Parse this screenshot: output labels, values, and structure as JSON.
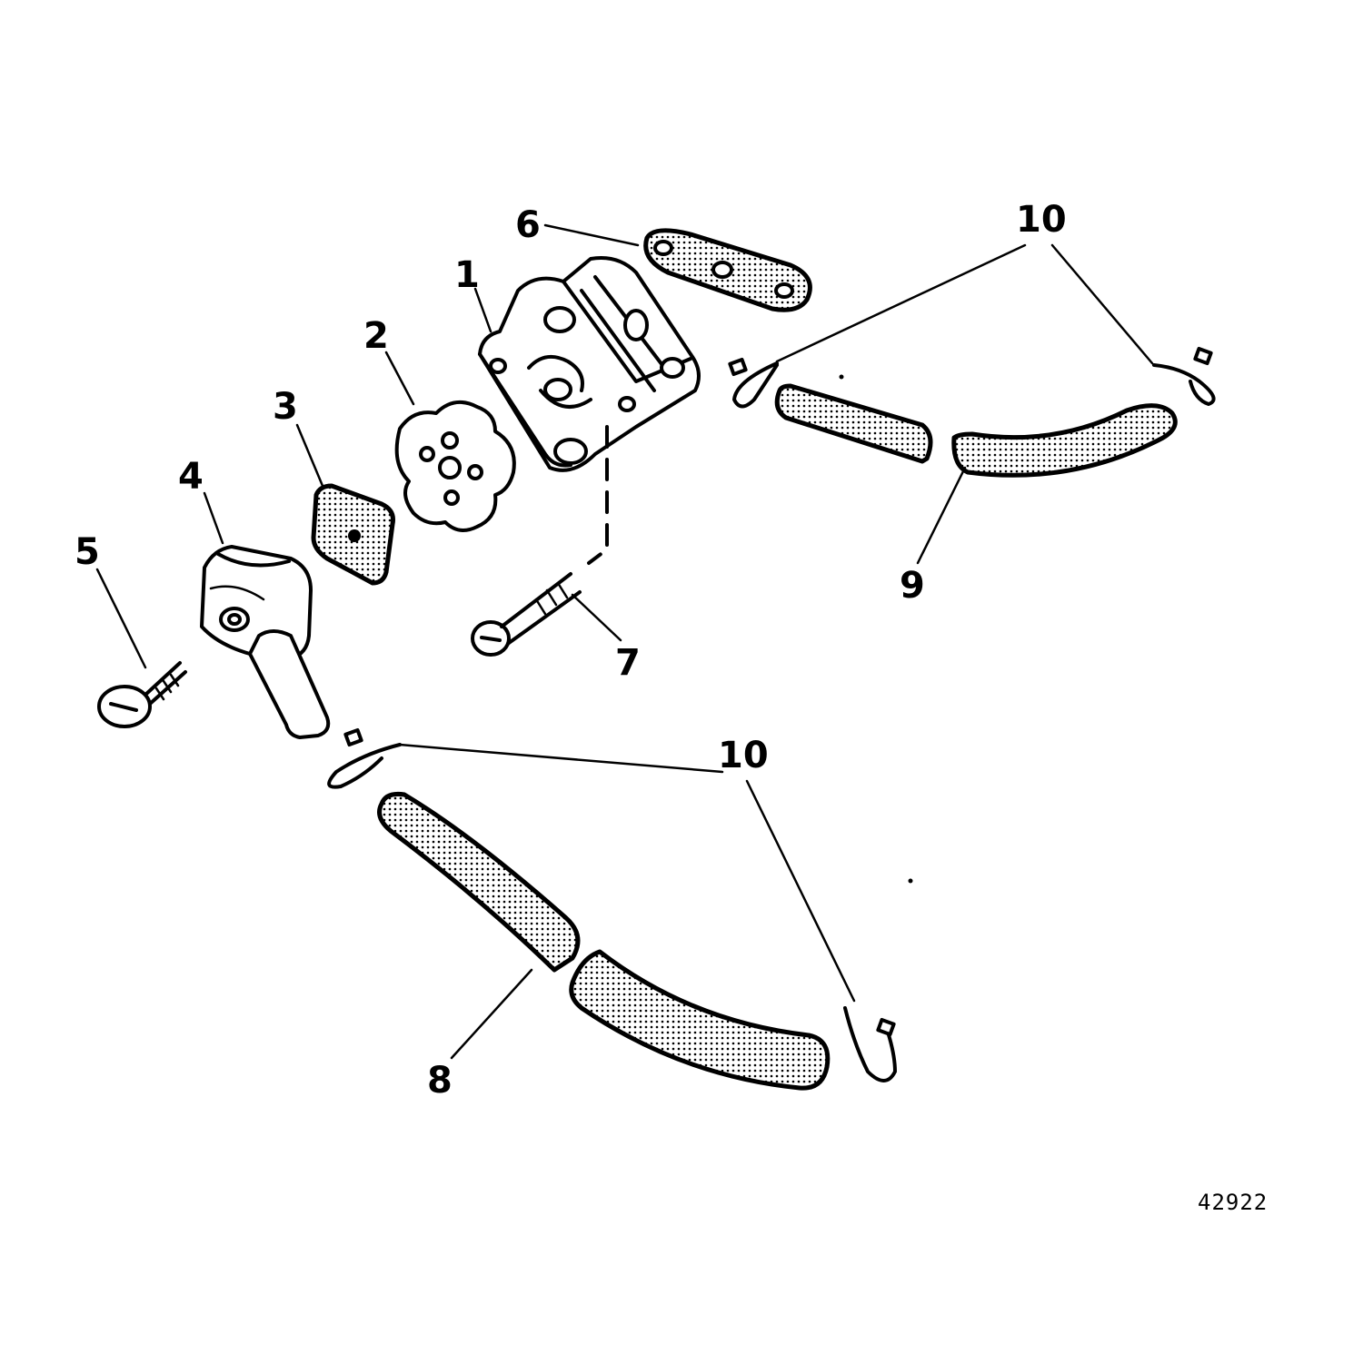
{
  "callouts": {
    "c1": "1",
    "c2": "2",
    "c3": "3",
    "c4": "4",
    "c5": "5",
    "c6": "6",
    "c7": "7",
    "c8": "8",
    "c9": "9",
    "c10_upper": "10",
    "c10_lower": "10"
  },
  "figure_number": "42922"
}
